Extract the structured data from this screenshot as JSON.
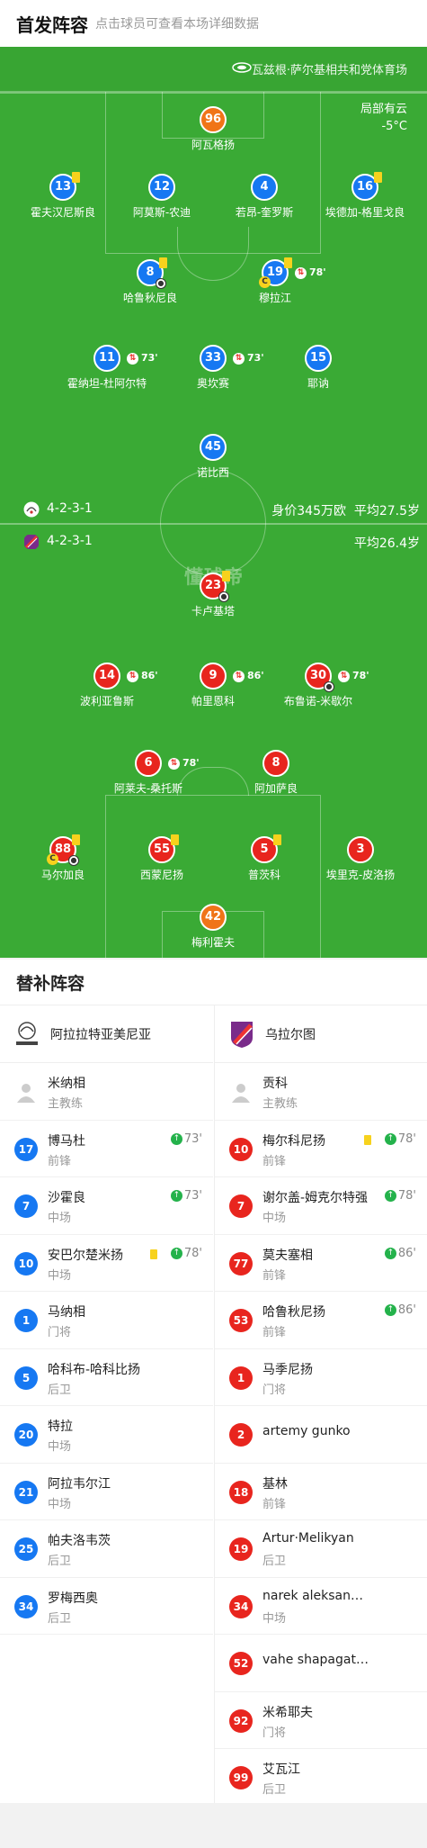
{
  "header": {
    "title": "首发阵容",
    "hint": "点击球员可查看本场详细数据"
  },
  "pitch": {
    "venue": "瓦兹根·萨尔基相共和党体育场",
    "weather": "局部有云",
    "temp": "-5°C",
    "watermark": "懂球帝",
    "home_formation": "4-2-3-1",
    "home_value": "身价345万欧",
    "home_age": "平均27.5岁",
    "away_formation": "4-2-3-1",
    "away_age": "平均26.4岁"
  },
  "home_players": [
    {
      "num": "96",
      "name": "阿瓦格扬",
      "color": "orange"
    },
    {
      "num": "13",
      "name": "霍夫汉尼斯良",
      "color": "blue"
    },
    {
      "num": "12",
      "name": "阿莫斯-农迪",
      "color": "blue"
    },
    {
      "num": "4",
      "name": "若昂-奎罗斯",
      "color": "blue"
    },
    {
      "num": "16",
      "name": "埃德加-格里戈良",
      "color": "blue"
    },
    {
      "num": "8",
      "name": "哈鲁秋尼良",
      "color": "blue"
    },
    {
      "num": "19",
      "name": "穆拉江",
      "color": "blue",
      "sub": "78'"
    },
    {
      "num": "11",
      "name": "霍纳坦-杜阿尔特",
      "color": "blue",
      "sub": "73'"
    },
    {
      "num": "33",
      "name": "奥坎赛",
      "color": "blue",
      "sub": "73'"
    },
    {
      "num": "15",
      "name": "耶讷",
      "color": "blue"
    },
    {
      "num": "45",
      "name": "诺比西",
      "color": "blue"
    }
  ],
  "away_players": [
    {
      "num": "23",
      "name": "卡卢基塔",
      "color": "red"
    },
    {
      "num": "14",
      "name": "波利亚鲁斯",
      "color": "red",
      "sub": "86'"
    },
    {
      "num": "9",
      "name": "帕里恩科",
      "color": "red",
      "sub": "86'"
    },
    {
      "num": "30",
      "name": "布鲁诺-米歇尔",
      "color": "red",
      "sub": "78'"
    },
    {
      "num": "6",
      "name": "阿莱夫-桑托斯",
      "color": "red",
      "sub": "78'"
    },
    {
      "num": "8",
      "name": "阿加萨良",
      "color": "red"
    },
    {
      "num": "88",
      "name": "马尔加良",
      "color": "red"
    },
    {
      "num": "55",
      "name": "西蒙尼扬",
      "color": "red"
    },
    {
      "num": "5",
      "name": "普茨科",
      "color": "red"
    },
    {
      "num": "3",
      "name": "埃里克-皮洛扬",
      "color": "red"
    },
    {
      "num": "42",
      "name": "梅利霍夫",
      "color": "orange"
    }
  ],
  "subs": {
    "title": "替补阵容",
    "home": {
      "team": "阿拉拉特亚美尼亚",
      "coach": {
        "name": "米纳相",
        "role": "主教练"
      },
      "players": [
        {
          "num": "17",
          "name": "博马杜",
          "pos": "前锋",
          "minute": "73'"
        },
        {
          "num": "7",
          "name": "沙霍良",
          "pos": "中场",
          "minute": "73'"
        },
        {
          "num": "10",
          "name": "安巴尔楚米扬",
          "pos": "中场",
          "minute": "78'",
          "card": true
        },
        {
          "num": "1",
          "name": "马纳相",
          "pos": "门将"
        },
        {
          "num": "5",
          "name": "哈科布-哈科比扬",
          "pos": "后卫"
        },
        {
          "num": "20",
          "name": "特拉",
          "pos": "中场"
        },
        {
          "num": "21",
          "name": "阿拉韦尔江",
          "pos": "中场"
        },
        {
          "num": "25",
          "name": "帕夫洛韦茨",
          "pos": "后卫"
        },
        {
          "num": "34",
          "name": "罗梅西奥",
          "pos": "后卫"
        }
      ]
    },
    "away": {
      "team": "乌拉尔图",
      "coach": {
        "name": "贡科",
        "role": "主教练"
      },
      "players": [
        {
          "num": "10",
          "name": "梅尔科尼扬",
          "pos": "前锋",
          "minute": "78'",
          "card": true
        },
        {
          "num": "7",
          "name": "谢尔盖-姆克尔特强",
          "pos": "中场",
          "minute": "78'"
        },
        {
          "num": "77",
          "name": "莫夫塞相",
          "pos": "前锋",
          "minute": "86'"
        },
        {
          "num": "53",
          "name": "哈鲁秋尼扬",
          "pos": "前锋",
          "minute": "86'"
        },
        {
          "num": "1",
          "name": "马季尼扬",
          "pos": "门将"
        },
        {
          "num": "2",
          "name": "artemy gunko",
          "pos": ""
        },
        {
          "num": "18",
          "name": "基林",
          "pos": "前锋"
        },
        {
          "num": "19",
          "name": "Artur·Melikyan",
          "pos": "后卫"
        },
        {
          "num": "34",
          "name": "narek aleksanyan",
          "pos": "中场"
        },
        {
          "num": "52",
          "name": "vahe shapagatyan",
          "pos": ""
        },
        {
          "num": "92",
          "name": "米希耶夫",
          "pos": "门将"
        },
        {
          "num": "99",
          "name": "艾瓦江",
          "pos": "后卫"
        }
      ]
    }
  }
}
